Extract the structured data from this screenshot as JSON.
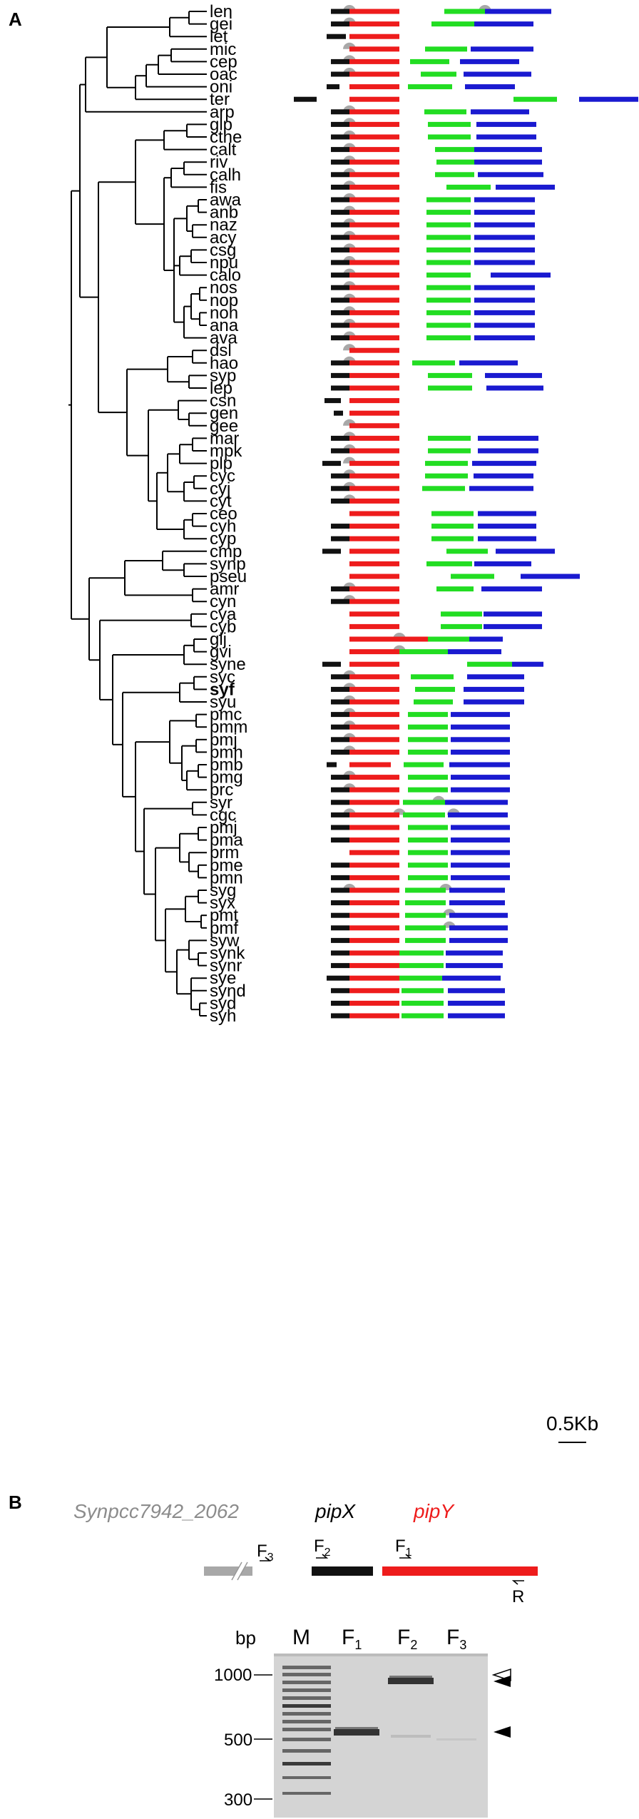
{
  "panel_a": {
    "label": "A",
    "scale_label": "0.5Kb",
    "taxa": [
      "len",
      "gei",
      "let",
      "mic",
      "cep",
      "oac",
      "oni",
      "ter",
      "arp",
      "glp",
      "cthe",
      "calt",
      "riv",
      "calh",
      "fis",
      "awa",
      "anb",
      "naz",
      "acy",
      "csg",
      "npu",
      "calo",
      "nos",
      "nop",
      "non",
      "ana",
      "ava",
      "dsl",
      "hao",
      "syp",
      "lep",
      "csn",
      "gen",
      "gee",
      "mar",
      "mpk",
      "plp",
      "cyc",
      "cyj",
      "cyt",
      "ceo",
      "cyh",
      "cyp",
      "cmp",
      "synp",
      "pseu",
      "amr",
      "cyn",
      "cya",
      "cyb",
      "glj",
      "gvi",
      "syne",
      "syc",
      "syf",
      "syu",
      "pmc",
      "pmm",
      "pmj",
      "pmh",
      "pmb",
      "pmg",
      "prc",
      "syr",
      "cgc",
      "pmj",
      "pma",
      "prm",
      "pme",
      "pmn",
      "syg",
      "syx",
      "pmt",
      "pmf",
      "syw",
      "synk",
      "synr",
      "sye",
      "synd",
      "syd",
      "syh"
    ],
    "bold_taxon": "syf"
  },
  "panel_b": {
    "label": "B",
    "gene_left": "Synpcc7942_2062",
    "gene_mid": "pipX",
    "gene_right": "pipY",
    "primer_f3": "F",
    "primer_f3_sub": "3",
    "primer_f2": "F",
    "primer_f2_sub": "2",
    "primer_f1": "F",
    "primer_f1_sub": "1",
    "primer_r": "R",
    "gel_unit": "bp",
    "lane_m": "M",
    "lane_f1": "F",
    "lane_f1_sub": "1",
    "lane_f2": "F",
    "lane_f2_sub": "2",
    "lane_f3": "F",
    "lane_f3_sub": "3",
    "size_1000": "1000",
    "size_500": "500",
    "size_300": "300"
  },
  "colors": {
    "pipx_black": "#111111",
    "pipy_red": "#ee1c1c",
    "green_gene": "#22dd22",
    "blue_gene": "#1a1ad0",
    "grey_hairpin": "#a8a8a8",
    "tree_line": "#000000",
    "gray_gene": "#8c8c8c",
    "gel_bg": "#d4d4d4"
  }
}
